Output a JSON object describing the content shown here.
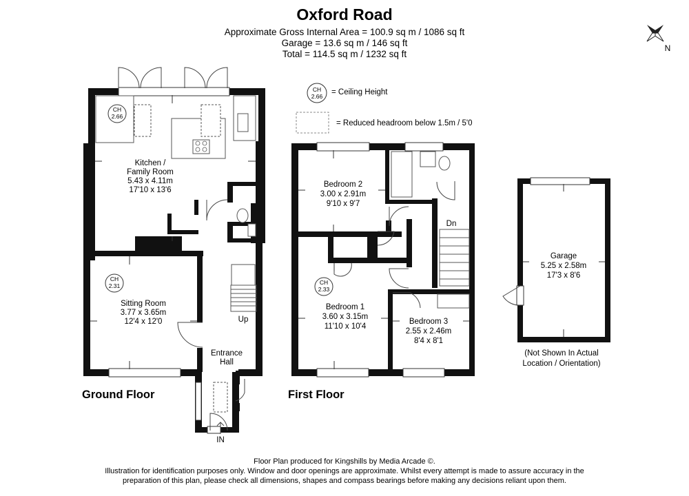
{
  "header": {
    "title": "Oxford Road",
    "area_lines": [
      "Approximate Gross Internal Area = 100.9 sq m / 1086 sq ft",
      "Garage = 13.6 sq m / 146 sq ft",
      "Total = 114.5 sq m / 1232 sq ft"
    ]
  },
  "compass": {
    "label": "N"
  },
  "legend": {
    "ch_circle": {
      "line1": "CH",
      "line2": "2.66"
    },
    "ceiling_height": "= Ceiling Height",
    "reduced_headroom": "= Reduced headroom below 1.5m / 5'0"
  },
  "ground_floor": {
    "label": "Ground Floor",
    "kitchen": {
      "lines": [
        "Kitchen /",
        "Family Room",
        "5.43 x 4.11m",
        "17'10 x 13'6"
      ],
      "ch": [
        "CH",
        "2.66"
      ]
    },
    "sitting": {
      "lines": [
        "Sitting Room",
        "3.77 x 3.65m",
        "12'4 x 12'0"
      ],
      "ch": [
        "CH",
        "2.31"
      ]
    },
    "hall": {
      "lines": [
        "Entrance",
        "Hall"
      ]
    },
    "up": "Up",
    "entry": "IN"
  },
  "first_floor": {
    "label": "First Floor",
    "bed2": {
      "lines": [
        "Bedroom 2",
        "3.00 x 2.91m",
        "9'10 x 9'7"
      ]
    },
    "bed1": {
      "lines": [
        "Bedroom 1",
        "3.60 x 3.15m",
        "11'10 x 10'4"
      ],
      "ch": [
        "CH",
        "2.33"
      ]
    },
    "bed3": {
      "lines": [
        "Bedroom 3",
        "2.55 x 2.46m",
        "8'4 x 8'1"
      ]
    },
    "dn": "Dn"
  },
  "garage": {
    "lines": [
      "Garage",
      "5.25 x 2.58m",
      "17'3 x 8'6"
    ],
    "note": [
      "(Not Shown In Actual",
      "Location / Orientation)"
    ]
  },
  "footer": {
    "lines": [
      "Floor Plan produced for Kingshills by Media Arcade ©.",
      "Illustration for identification purposes only. Window and door openings are approximate. Whilst every attempt is made to assure accuracy in the",
      "preparation of this plan, please check all dimensions, shapes and compass bearings before making any decisions reliant upon them."
    ]
  }
}
